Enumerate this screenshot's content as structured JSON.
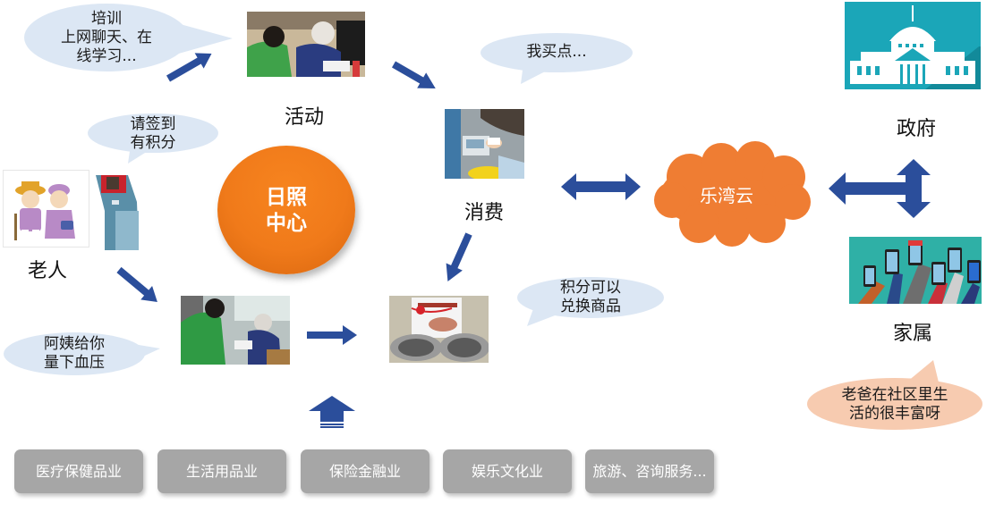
{
  "colors": {
    "arrow": "#2b4e9b",
    "bubble_blue": "#dce7f4",
    "bubble_peach": "#f7cbb0",
    "center_orange": "#f07a1a",
    "cloud_orange": "#ef7d33",
    "industry_gray": "#a6a6a6"
  },
  "center": {
    "label": "日照\n中心"
  },
  "nodes": {
    "elderly": {
      "label": "老人"
    },
    "activity": {
      "label": "活动"
    },
    "consumption": {
      "label": "消费"
    },
    "government": {
      "label": "政府"
    },
    "family": {
      "label": "家属"
    },
    "cloud": {
      "label": "乐湾云"
    }
  },
  "bubbles": {
    "training": "培训\n上网聊天、在\n线学习...",
    "checkin": "请签到\n有积分",
    "buy": "我买点...",
    "blood_pressure": "阿姨给你\n量下血压",
    "points_exchange": "积分可以\n兑换商品",
    "family_comment": "老爸在社区里生\n活的很丰富呀"
  },
  "images": {
    "activity_photo": "elderly-computer-training-photo",
    "consumption_photo": "card-payment-photo",
    "elderly_cartoon": "elderly-couple-cartoon",
    "kiosk": "check-in-kiosk",
    "health_photo": "blood-pressure-photo",
    "goods_photo": "gift-box-plates-photo",
    "government_icon": "government-building-icon",
    "family_image": "hands-holding-phones"
  },
  "industries": [
    {
      "label": "医疗保健品业"
    },
    {
      "label": "生活用品业"
    },
    {
      "label": "保险金融业"
    },
    {
      "label": "娱乐文化业"
    },
    {
      "label": "旅游、咨询服务..."
    }
  ]
}
